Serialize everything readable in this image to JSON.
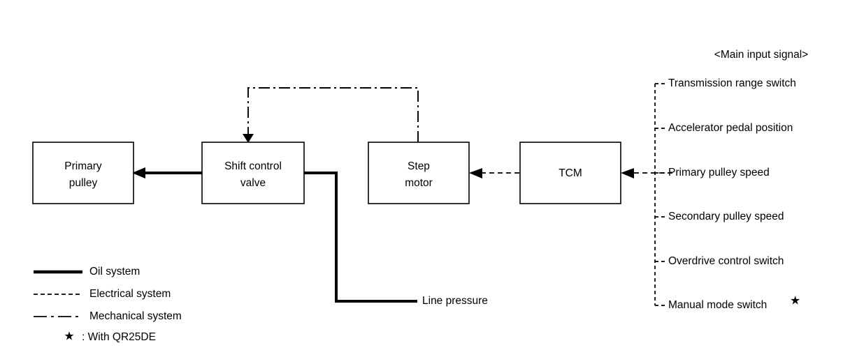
{
  "diagram": {
    "title": "CVT shift control system block diagram",
    "nodes": [
      {
        "id": "primary-pulley",
        "label_line1": "Primary",
        "label_line2": "pulley"
      },
      {
        "id": "shift-control-valve",
        "label_line1": "Shift control",
        "label_line2": "valve"
      },
      {
        "id": "step-motor",
        "label_line1": "Step",
        "label_line2": "motor"
      },
      {
        "id": "tcm",
        "label_line1": "TCM",
        "label_line2": ""
      }
    ],
    "labels": {
      "line_pressure": "Line pressure"
    },
    "input_header": "<Main input signal>",
    "input_signals": [
      {
        "label": "Transmission range switch",
        "starred": false
      },
      {
        "label": "Accelerator pedal position",
        "starred": false
      },
      {
        "label": "Primary pulley speed",
        "starred": false
      },
      {
        "label": "Secondary pulley speed",
        "starred": false
      },
      {
        "label": "Overdrive control switch",
        "starred": false
      },
      {
        "label": "Manual mode switch",
        "starred": true
      }
    ],
    "star_glyph": "★",
    "legend": {
      "items": [
        {
          "style": "oil",
          "label": "Oil system"
        },
        {
          "style": "electrical",
          "label": "Electrical system"
        },
        {
          "style": "mechanical",
          "label": "Mechanical system"
        }
      ],
      "note": ": With QR25DE"
    },
    "colors": {
      "background": "#ffffff",
      "ink": "#000000"
    }
  }
}
